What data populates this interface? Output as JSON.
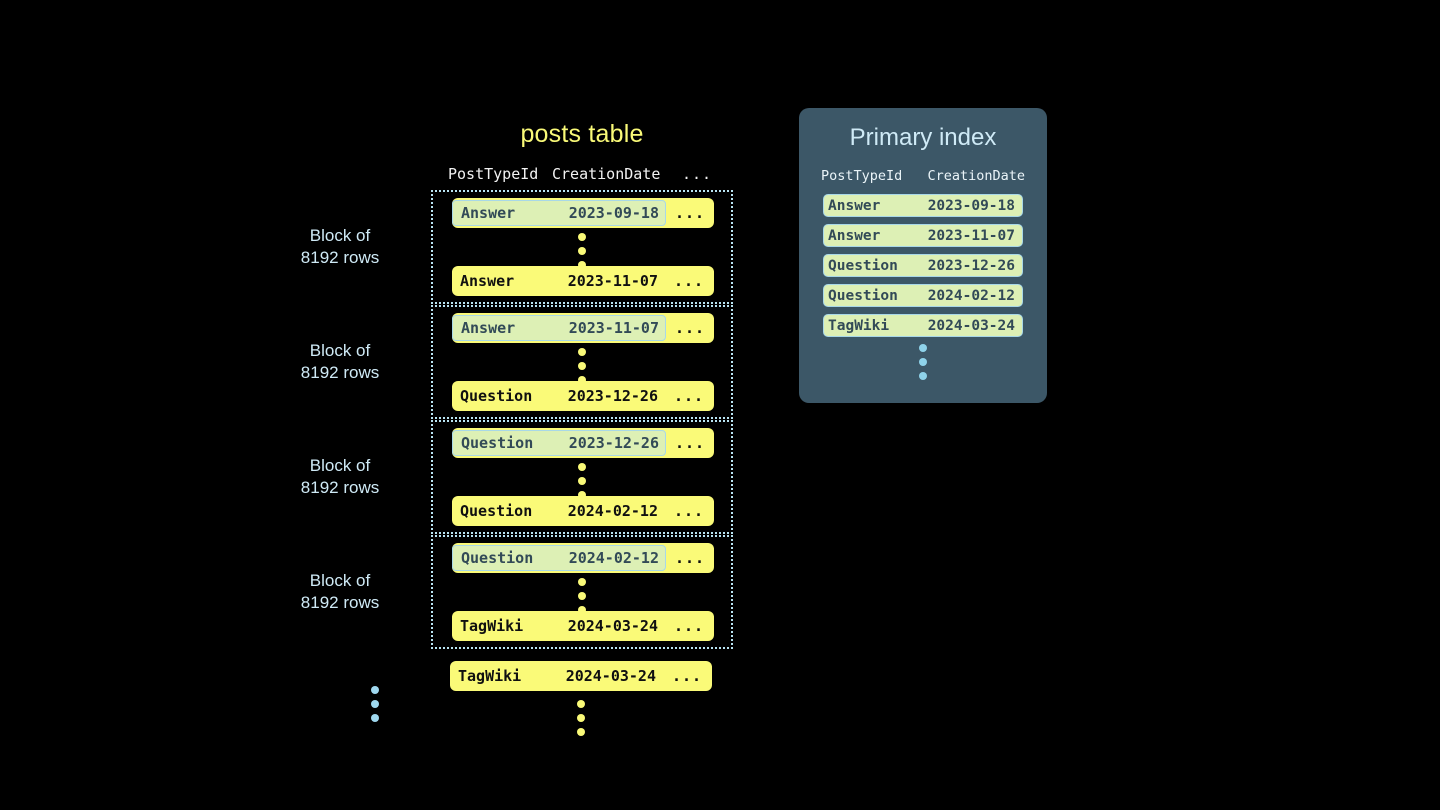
{
  "canvas": {
    "background": "#000000"
  },
  "colors": {
    "row_yellow": "#fafa78",
    "highlight_green": "#ddf0b5",
    "highlight_border": "#a8d8e8",
    "label_blue": "#cfeaf6",
    "panel_slate": "#3c5767",
    "dot_yellow": "#fafa78",
    "dot_blue": "#8fd3ea"
  },
  "posts_table": {
    "title": "posts table",
    "columns": {
      "post_type_id": "PostTypeId",
      "creation_date": "CreationDate",
      "more": "..."
    },
    "block_label": "Block of\n8192 rows",
    "blocks": [
      {
        "label": "Block of\n8192 rows",
        "first_row": {
          "post_type_id": "Answer",
          "creation_date": "2023-09-18",
          "more": "...",
          "highlighted": true
        },
        "last_row": {
          "post_type_id": "Answer",
          "creation_date": "2023-11-07",
          "more": "...",
          "highlighted": false
        }
      },
      {
        "label": "Block of\n8192 rows",
        "first_row": {
          "post_type_id": "Answer",
          "creation_date": "2023-11-07",
          "more": "...",
          "highlighted": true
        },
        "last_row": {
          "post_type_id": "Question",
          "creation_date": "2023-12-26",
          "more": "...",
          "highlighted": false
        }
      },
      {
        "label": "Block of\n8192 rows",
        "first_row": {
          "post_type_id": "Question",
          "creation_date": "2023-12-26",
          "more": "...",
          "highlighted": true
        },
        "last_row": {
          "post_type_id": "Question",
          "creation_date": "2024-02-12",
          "more": "...",
          "highlighted": false
        }
      },
      {
        "label": "Block of\n8192 rows",
        "first_row": {
          "post_type_id": "Question",
          "creation_date": "2024-02-12",
          "more": "...",
          "highlighted": true
        },
        "last_row": {
          "post_type_id": "TagWiki",
          "creation_date": "2024-03-24",
          "more": "...",
          "highlighted": false
        }
      }
    ],
    "trailing_row": {
      "post_type_id": "TagWiki",
      "creation_date": "2024-03-24",
      "more": "...",
      "highlighted": true
    }
  },
  "primary_index": {
    "title": "Primary index",
    "columns": {
      "post_type_id": "PostTypeId",
      "creation_date": "CreationDate"
    },
    "rows": [
      {
        "post_type_id": "Answer",
        "creation_date": "2023-09-18"
      },
      {
        "post_type_id": "Answer",
        "creation_date": "2023-11-07"
      },
      {
        "post_type_id": "Question",
        "creation_date": "2023-12-26"
      },
      {
        "post_type_id": "Question",
        "creation_date": "2024-02-12"
      },
      {
        "post_type_id": "TagWiki",
        "creation_date": "2024-03-24"
      }
    ]
  }
}
